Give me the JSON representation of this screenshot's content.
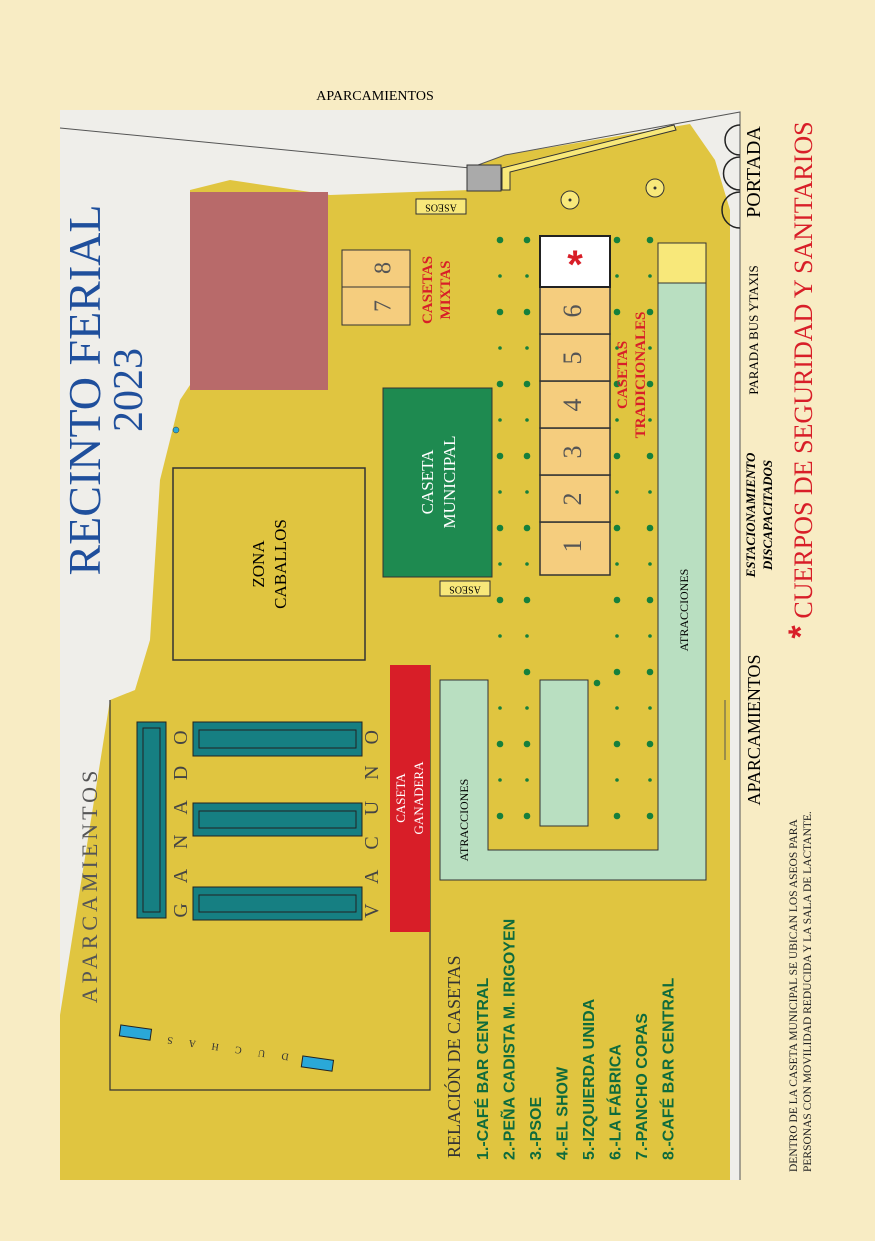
{
  "title": {
    "line1": "RECINTO FERIAL",
    "line2": "2023"
  },
  "labels": {
    "parking_top": "APARCAMIENTOS",
    "parking_left": "APARCAMIENTOS",
    "parking_right": "APARCAMIENTOS",
    "portada": "PORTADA",
    "bus_taxi": "PARADA BUS YTAXIS",
    "disabled_parking_1": "ESTACIONAMIENTO",
    "disabled_parking_2": "DISCAPACITADOS",
    "security": "CUERPOS DE SEGURIDAD Y SANITARIOS",
    "aseos_top": "ASEOS",
    "aseos_mid": "ASEOS",
    "casetas_mixtas_1": "CASETAS",
    "casetas_mixtas_2": "MIXTAS",
    "casetas_trad_1": "CASETAS",
    "casetas_trad_2": "TRADICIONALES",
    "caseta_municipal_1": "CASETA",
    "caseta_municipal_2": "MUNICIPAL",
    "zona_caballos_1": "ZONA",
    "zona_caballos_2": "CABALLOS",
    "atracciones_right": "ATRACCIONES",
    "atracciones_left": "ATRACCIONES",
    "caseta_ganadera_1": "CASETA",
    "caseta_ganadera_2": "GANADERA",
    "ganado": "G A N A D O",
    "vacuno": "V A C U N O",
    "duchas": "D U C H A S",
    "star": "*"
  },
  "casetas": [
    "1",
    "2",
    "3",
    "4",
    "5",
    "6",
    "7",
    "8"
  ],
  "legend": {
    "title": "RELACIÓN DE CASETAS",
    "items": [
      "1.-CAFÉ BAR CENTRAL",
      "2.-PEÑA CADISTA M. IRIGOYEN",
      "3.-PSOE",
      "4.-EL SHOW",
      "5.-IZQUIERDA UNIDA",
      "6.-LA FÁBRICA",
      "7.-PANCHO COPAS",
      "8.-CAFÉ BAR CENTRAL"
    ]
  },
  "note": {
    "line1": "DENTRO DE LA CASETA MUNICIPAL SE UBICAN LOS ASEOS PARA",
    "line2": "PERSONAS CON MOVILIDAD REDUCIDA Y LA SALA DE LACTANTE."
  },
  "colors": {
    "background": "#f8ecc4",
    "ground": "#e0c540",
    "road": "#efeeea",
    "title_blue": "#1f4f9c",
    "red": "#d81e28",
    "municipal_green": "#1e8a50",
    "caseta_tan": "#f5cd7e",
    "attraction_green": "#b9dfc1",
    "teal": "#167f82",
    "legend_green": "#0f6b3c",
    "brown_area": "#b86a6a"
  }
}
